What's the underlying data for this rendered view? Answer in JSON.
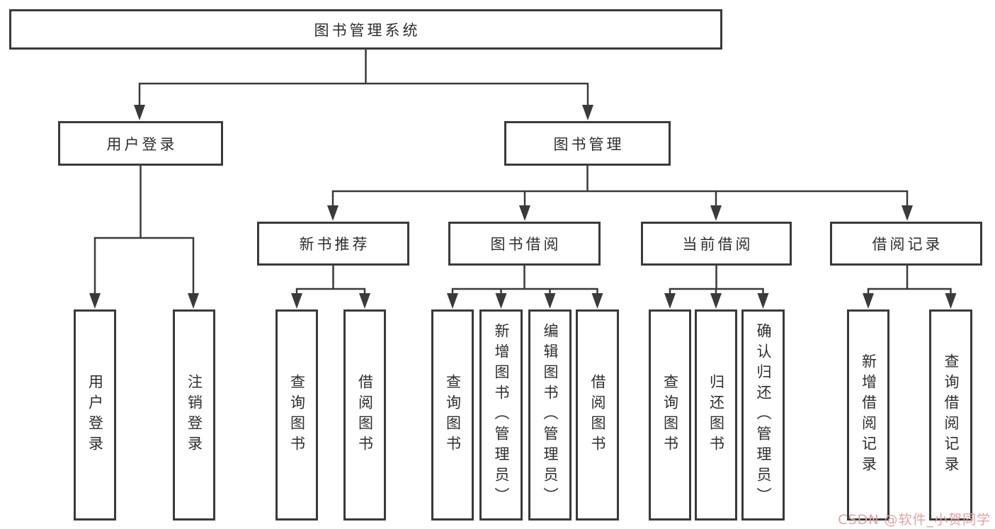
{
  "diagram_type": "hierarchy-tree",
  "colors": {
    "line": "#3a3a3a",
    "text": "#2e2e2e",
    "background": "#ffffff",
    "watermark": "#dfa3a3"
  },
  "watermark": {
    "text": "CSDN @软件_小贺同学"
  },
  "tree": {
    "label": "图书管理系统",
    "children": [
      {
        "label": "用户登录",
        "children": [
          {
            "label": "用户登录"
          },
          {
            "label": "注销登录"
          }
        ]
      },
      {
        "label": "图书管理",
        "children": [
          {
            "label": "新书推荐",
            "children": [
              {
                "label": "查询图书"
              },
              {
                "label": "借阅图书"
              }
            ]
          },
          {
            "label": "图书借阅",
            "children": [
              {
                "label": "查询图书"
              },
              {
                "label": "新增图书（管理员）"
              },
              {
                "label": "编辑图书（管理员）"
              },
              {
                "label": "借阅图书"
              }
            ]
          },
          {
            "label": "当前借阅",
            "children": [
              {
                "label": "查询图书"
              },
              {
                "label": "归还图书"
              },
              {
                "label": "确认归还（管理员）"
              }
            ]
          },
          {
            "label": "借阅记录",
            "children": [
              {
                "label": "新增借阅记录"
              },
              {
                "label": "查询借阅记录"
              }
            ]
          }
        ]
      }
    ]
  }
}
